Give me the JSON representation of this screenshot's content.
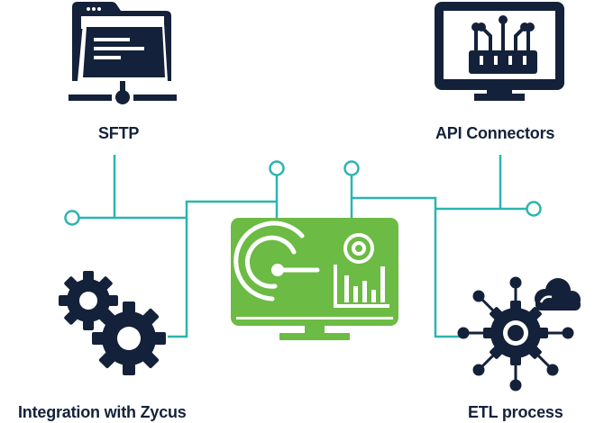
{
  "labels": {
    "sftp": "SFTP",
    "api_connectors": "API Connectors",
    "integration_zycus": "Integration with Zycus",
    "etl_process": "ETL process"
  },
  "colors": {
    "navy": "#14213a",
    "teal": "#2bb5b0",
    "green": "#6cbb44",
    "white": "#ffffff"
  }
}
